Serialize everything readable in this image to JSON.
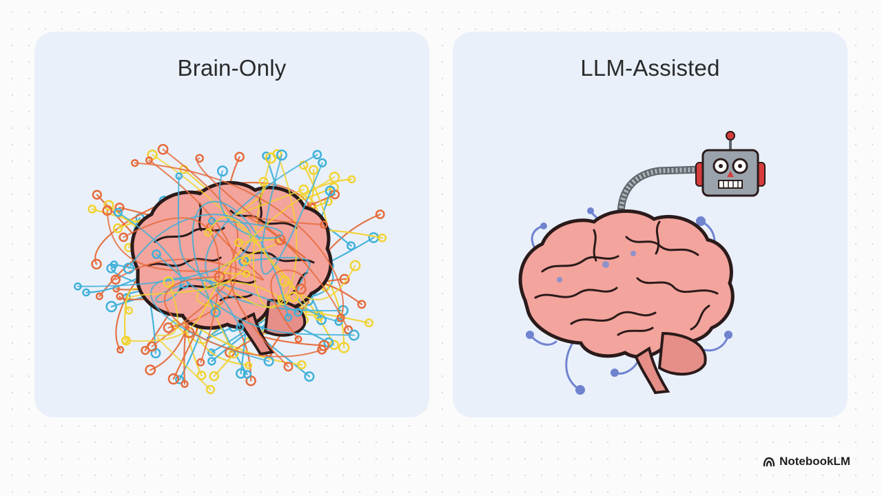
{
  "panels": [
    {
      "title": "Brain-Only"
    },
    {
      "title": "LLM-Assisted"
    }
  ],
  "brand": {
    "name": "NotebookLM",
    "icon": "notebooklm-logo-icon"
  },
  "colors": {
    "panel_bg": "#e9f0fa",
    "brain_fill": "#f2a49d",
    "brain_outline": "#2b1a1a",
    "robot_gray": "#9aa3ab",
    "robot_red": "#d63c3c",
    "connection_blue": "#6f83cf",
    "tangle_colors": [
      "#3fb0d8",
      "#f2d230",
      "#e66a3a"
    ]
  }
}
